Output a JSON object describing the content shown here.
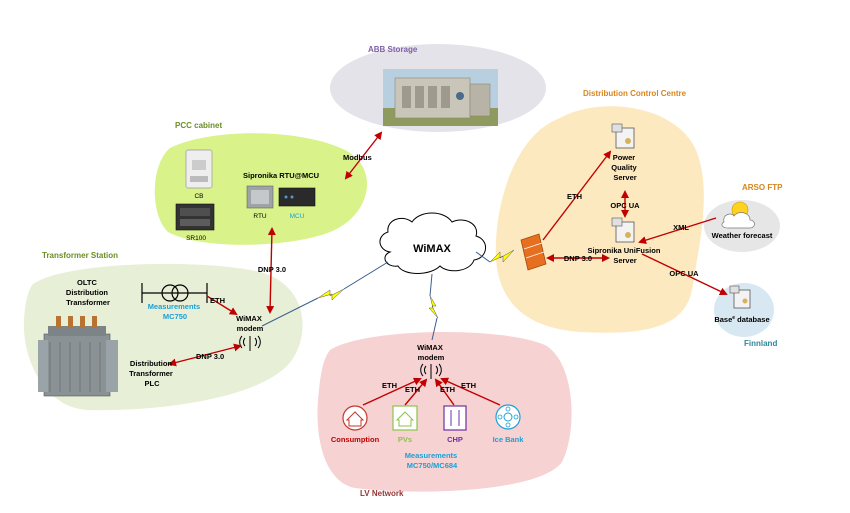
{
  "colors": {
    "pcc_region": "#d9f28a",
    "transformer_region": "#e8efd7",
    "lv_region": "#f6d2d2",
    "dcc_region": "#fde9c0",
    "abb_region": "#e4e3ea",
    "grey_region": "#e6e6e6",
    "finland_region": "#d8e8f2",
    "arrow_red": "#c00000",
    "title_green": "#6b8e23",
    "title_orange": "#d7851e",
    "title_purple": "#7f5fa6",
    "title_brown": "#943634",
    "title_teal": "#31859c",
    "blue_label": "#1aa0d8",
    "lightning": "#ffff00"
  },
  "regions": {
    "abb": "ABB Storage",
    "pcc": "PCC cabinet",
    "transformer": "Transformer Station",
    "lv": "LV Network",
    "dcc": "Distribution Control Centre",
    "arso": "ARSO FTP",
    "finland": "Finnland"
  },
  "nodes": {
    "wimax": "WiMAX",
    "rtu_title": "Sipronika RTU@MCU",
    "rtu": "RTU",
    "mcu": "MCU",
    "cb": "CB",
    "sr100": "SR100",
    "modbus": "Modbus",
    "dnp_top": "DNP 3.0",
    "oltc": [
      "OLTC",
      "Distribution",
      "Transformer"
    ],
    "meas_mc750": [
      "Measurements",
      "MC750"
    ],
    "eth_ts": "ETH",
    "wimax_modem_ts": [
      "WiMAX",
      "modem"
    ],
    "dnp_ts": "DNP 3.0",
    "dt_plc": [
      "Distribution",
      "Transformer",
      "PLC"
    ],
    "wimax_modem_lv": [
      "WiMAX",
      "modem"
    ],
    "eth_lv": [
      "ETH",
      "ETH",
      "ETH",
      "ETH"
    ],
    "consumption": "Consumption",
    "pvs": "PVs",
    "chp": "CHP",
    "icebank": "Ice Bank",
    "meas_lv": [
      "Measurements",
      "MC750/MC684"
    ],
    "pq_server": [
      "Power",
      "Quality",
      "Server"
    ],
    "eth_dcc": "ETH",
    "opc_ua_1": "OPC UA",
    "dnp_dcc": "DNP 3.0",
    "unifusion": [
      "Sipronika UniFusion",
      "Server"
    ],
    "xml": "XML",
    "weather": "Weather forecast",
    "opc_ua_2": "OPC UA",
    "base_db": "Base",
    "base_db_sup": "e",
    "base_db_suffix": " database"
  }
}
